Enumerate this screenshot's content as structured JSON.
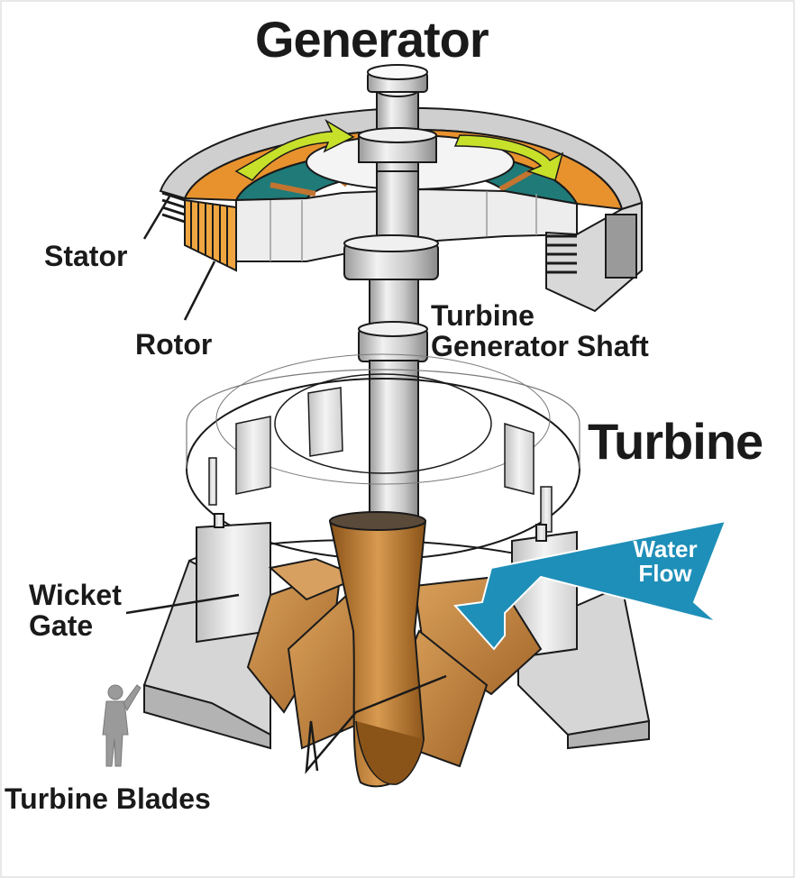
{
  "labels": {
    "generator": "Generator",
    "stator": "Stator",
    "rotor": "Rotor",
    "shaft_line1": "Turbine",
    "shaft_line2": "Generator Shaft",
    "turbine": "Turbine",
    "wicket_line1": "Wicket",
    "wicket_line2": "Gate",
    "water_line1": "Water",
    "water_line2": "Flow",
    "blades": "Turbine Blades"
  },
  "colors": {
    "rotor_orange": "#e8922e",
    "rotor_teal": "#1f7a78",
    "arrow_yellow": "#c7e02a",
    "metal_light": "#e6e6e6",
    "metal_mid": "#bdbdbd",
    "metal_dark": "#7a7a7a",
    "blade_brown": "#c8863c",
    "blade_dark": "#9a5e1e",
    "water_blue": "#1e8fb8",
    "outline": "#1a1a1a"
  }
}
